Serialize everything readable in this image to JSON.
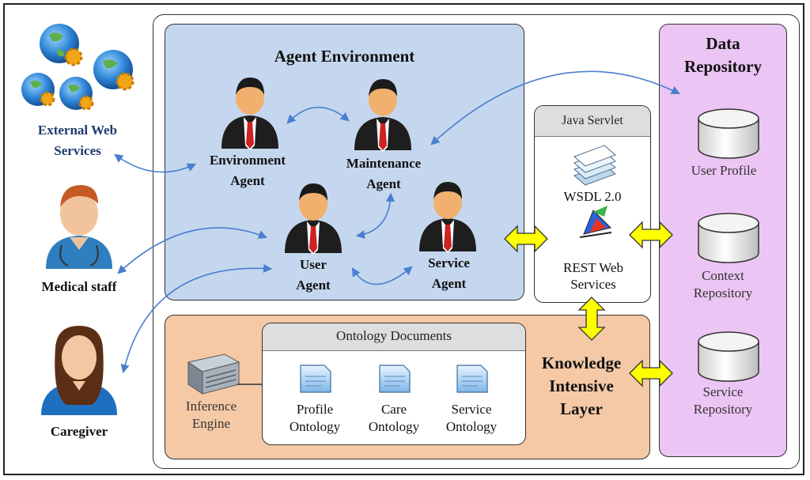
{
  "external_services": {
    "label": "External Web Services"
  },
  "medical_staff": {
    "label": "Medical staff"
  },
  "caregiver": {
    "label": "Caregiver"
  },
  "agent_environment": {
    "title": "Agent Environment",
    "agents": {
      "environment": "Environment Agent",
      "maintenance": "Maintenance Agent",
      "user": "User Agent",
      "service": "Service Agent"
    }
  },
  "java_servlet": {
    "title": "Java Servlet",
    "wsdl": "WSDL 2.0",
    "rest": "REST Web Services"
  },
  "data_repository": {
    "title": "Data Repository",
    "stores": {
      "user_profile": "User Profile",
      "context": "Context Repository",
      "service": "Service Repository"
    }
  },
  "knowledge_layer": {
    "title": "Knowledge Intensive Layer",
    "inference_engine": "Inference Engine",
    "ontology_documents": {
      "title": "Ontology Documents",
      "items": {
        "profile": "Profile Ontology",
        "care": "Care Ontology",
        "service": "Service Ontology"
      }
    }
  },
  "colors": {
    "agent_env_bg": "#c5d7ee",
    "knowledge_bg": "#f5c9a6",
    "repository_bg": "#ebc5f4",
    "arrow_blue": "#4a7fd0",
    "arrow_yellow": "#ffff00"
  }
}
